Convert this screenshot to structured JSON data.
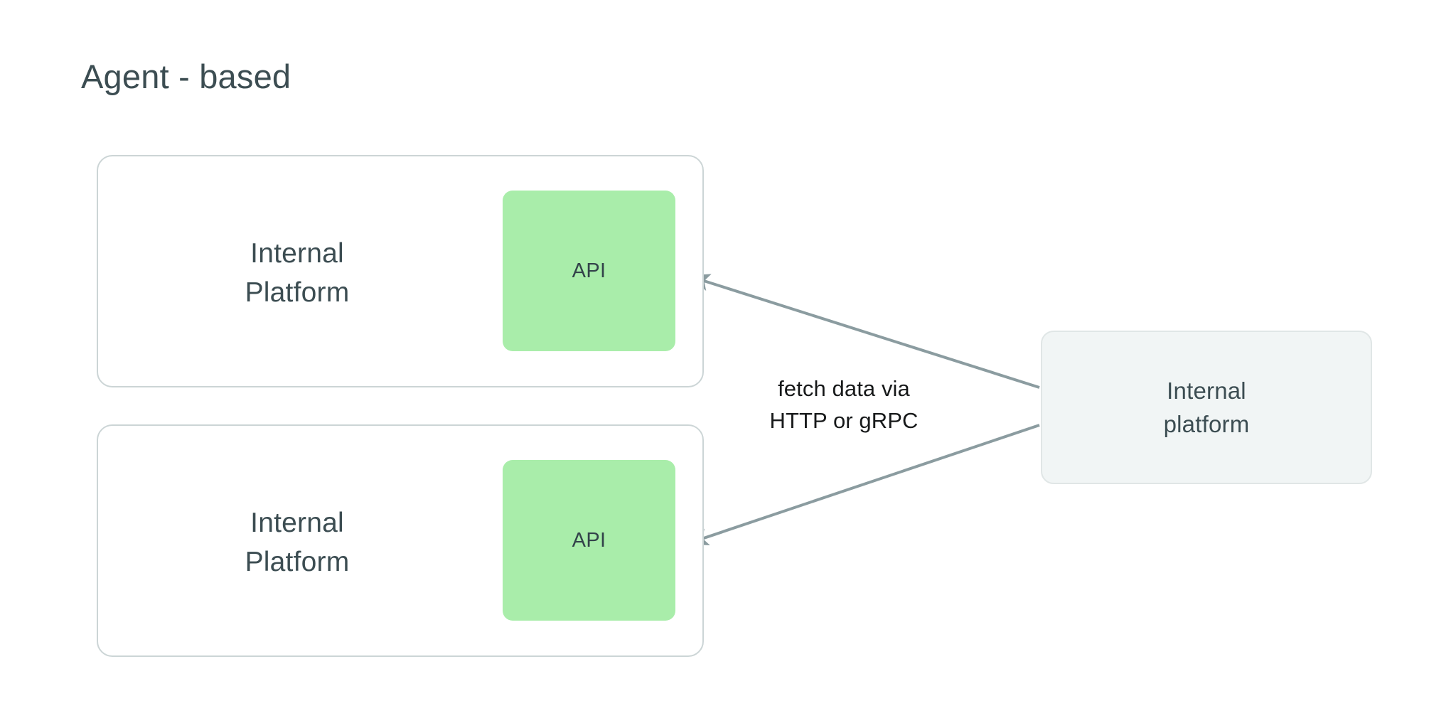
{
  "title": "Agent - based",
  "colors": {
    "background": "#ffffff",
    "title_text": "#3c4d52",
    "card_border": "#ccd5d6",
    "card_fill": "#ffffff",
    "api_fill": "#a9edaa",
    "api_text": "#33434a",
    "platform_box_fill": "#f1f5f5",
    "platform_box_border": "#e0e6e6",
    "connector_stroke": "#8b9ca0",
    "edge_label_text": "#17191a"
  },
  "platform_cards": [
    {
      "label": "Internal\nPlatform",
      "api": {
        "label": "API"
      }
    },
    {
      "label": "Internal\nPlatform",
      "api": {
        "label": "API"
      }
    }
  ],
  "internal_platform_box": {
    "label": "Internal\nplatform"
  },
  "edges": [
    {
      "label": "fetch data via\nHTTP or gRPC"
    }
  ]
}
